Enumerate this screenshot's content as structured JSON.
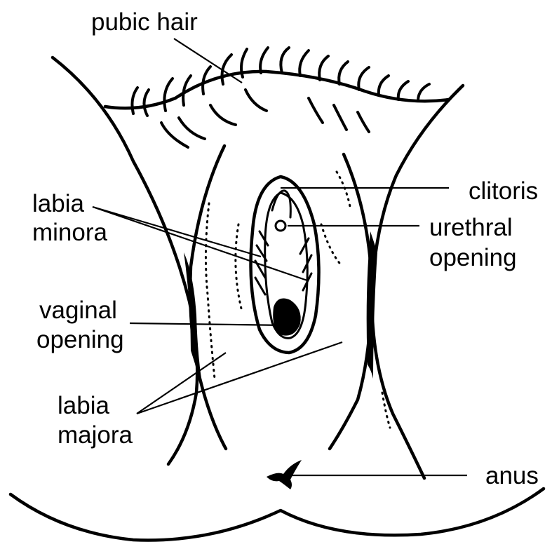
{
  "labels": {
    "pubic_hair": "pubic hair",
    "labia_minora_1": "labia",
    "labia_minora_2": "minora",
    "vaginal_opening_1": "vaginal",
    "vaginal_opening_2": "opening",
    "labia_majora_1": "labia",
    "labia_majora_2": "majora",
    "clitoris": "clitoris",
    "urethral_opening_1": "urethral",
    "urethral_opening_2": "opening",
    "anus": "anus"
  },
  "colors": {
    "ink": "#000000",
    "background": "#ffffff"
  }
}
